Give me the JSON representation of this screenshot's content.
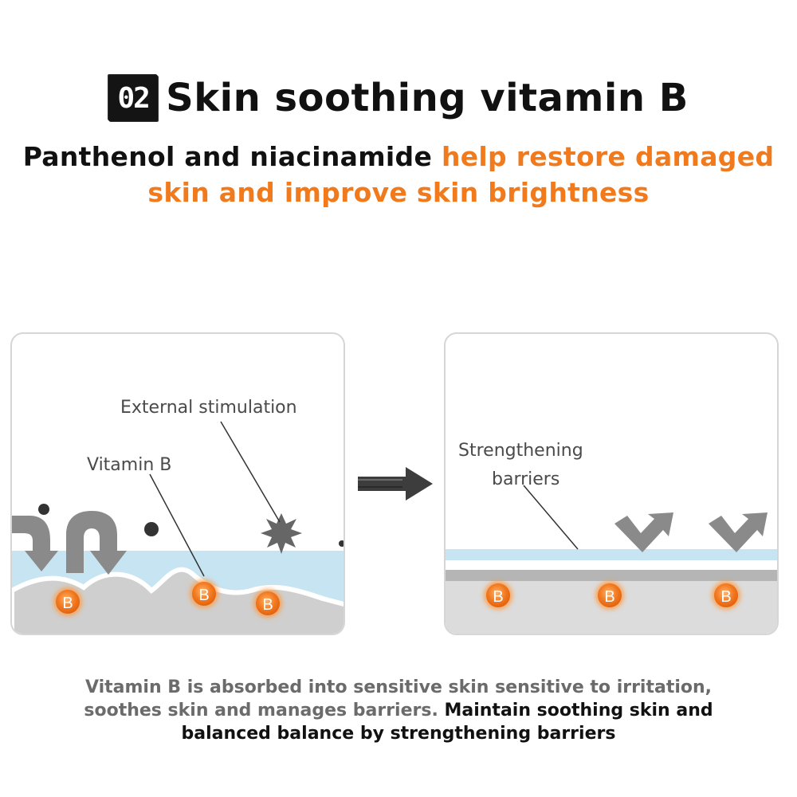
{
  "header": {
    "badge": "02",
    "title": "Skin soothing vitamin B"
  },
  "subtitle": {
    "dark": "Panthenol and niacinamide ",
    "accent_line1": "help restore damaged",
    "accent_line2": "skin and improve skin brightness"
  },
  "left_panel": {
    "label_external": "External stimulation",
    "label_vitamin": "Vitamin B",
    "badges": [
      "B",
      "B",
      "B"
    ]
  },
  "right_panel": {
    "label_line1": "Strengthening",
    "label_line2": "barriers",
    "badges": [
      "B",
      "B",
      "B"
    ]
  },
  "caption": {
    "muted_line1": "Vitamin B is absorbed into sensitive skin sensitive to irritation,",
    "muted_line2": "soothes skin and manages barriers. ",
    "strong_line2": "Maintain soothing skin and",
    "strong_line3": "balanced balance by strengthening barriers"
  },
  "colors": {
    "accent": "#f07a1c",
    "skin_layer": "#c6e4f2",
    "skin_base": "#cfcfcf",
    "arrow_gray": "#8a8a8a",
    "badge_orange": "#f27a21"
  }
}
